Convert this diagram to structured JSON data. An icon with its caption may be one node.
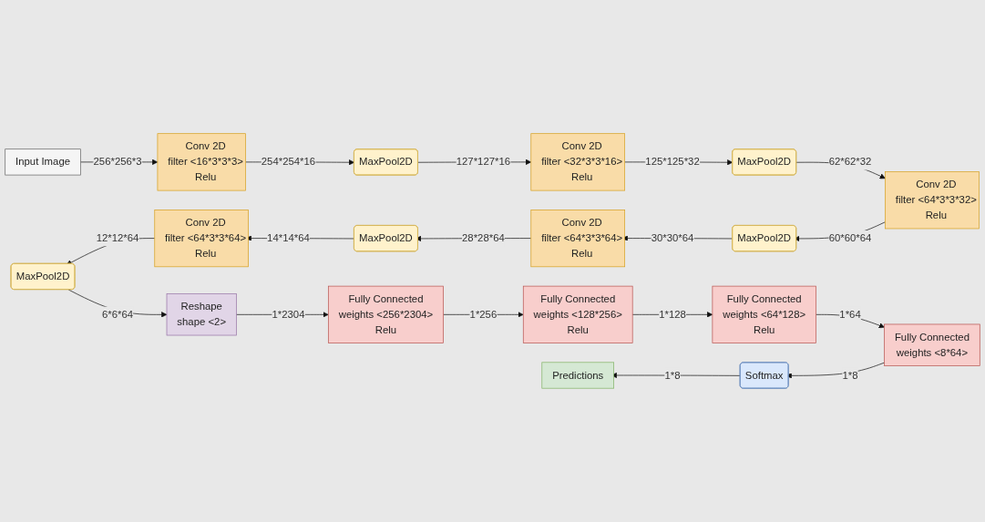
{
  "diagram": {
    "nodes": [
      {
        "text": [
          "Input Image"
        ]
      },
      {
        "text": [
          "Conv 2D",
          "filter <16*3*3*3>",
          "Relu"
        ]
      },
      {
        "text": [
          "MaxPool2D"
        ]
      },
      {
        "text": [
          "Conv 2D",
          "filter <32*3*3*16>",
          "Relu"
        ]
      },
      {
        "text": [
          "MaxPool2D"
        ]
      },
      {
        "text": [
          "Conv 2D",
          "filter <64*3*3*32>",
          "Relu"
        ]
      },
      {
        "text": [
          "MaxPool2D"
        ]
      },
      {
        "text": [
          "Conv 2D",
          "filter <64*3*3*64>",
          "Relu"
        ]
      },
      {
        "text": [
          "MaxPool2D"
        ]
      },
      {
        "text": [
          "Conv 2D",
          "filter <64*3*3*64>",
          "Relu"
        ]
      },
      {
        "text": [
          "MaxPool2D"
        ]
      },
      {
        "text": [
          "Reshape",
          "shape <2>"
        ]
      },
      {
        "text": [
          "Fully Connected",
          "weights <256*2304>",
          "Relu"
        ]
      },
      {
        "text": [
          "Fully Connected",
          "weights <128*256>",
          "Relu"
        ]
      },
      {
        "text": [
          "Fully Connected",
          "weights <64*128>",
          "Relu"
        ]
      },
      {
        "text": [
          "Fully Connected",
          "weights <8*64>"
        ]
      },
      {
        "text": [
          "Softmax"
        ]
      },
      {
        "text": [
          "Predictions"
        ]
      }
    ],
    "edges": [
      {
        "from": 0,
        "to": 1,
        "arrow": "to",
        "label": "256*256*3"
      },
      {
        "from": 1,
        "to": 2,
        "arrow": "to",
        "label": "254*254*16"
      },
      {
        "from": 2,
        "to": 3,
        "arrow": "to",
        "label": "127*127*16"
      },
      {
        "from": 3,
        "to": 4,
        "arrow": "to",
        "label": "125*125*32"
      },
      {
        "from": 4,
        "to": 5,
        "arrow": "to",
        "label": "62*62*32"
      },
      {
        "from": 5,
        "to": 6,
        "arrow": "to",
        "label": "60*60*64"
      },
      {
        "from": 6,
        "to": 7,
        "arrow": "to",
        "label": "30*30*64"
      },
      {
        "from": 7,
        "to": 8,
        "arrow": "to",
        "label": "28*28*64"
      },
      {
        "from": 8,
        "to": 9,
        "arrow": "to",
        "label": "14*14*64"
      },
      {
        "from": 9,
        "to": 10,
        "arrow": "to",
        "label": "12*12*64"
      },
      {
        "from": 10,
        "to": 11,
        "arrow": "to",
        "label": "6*6*64"
      },
      {
        "from": 11,
        "to": 12,
        "arrow": "to",
        "label": "1*2304"
      },
      {
        "from": 12,
        "to": 13,
        "arrow": "to",
        "label": "1*256"
      },
      {
        "from": 13,
        "to": 14,
        "arrow": "to",
        "label": "1*128"
      },
      {
        "from": 14,
        "to": 15,
        "arrow": "to",
        "label": "1*64"
      },
      {
        "from": 15,
        "to": 16,
        "arrow": "to",
        "label": "1*8"
      },
      {
        "from": 16,
        "to": 17,
        "arrow": "to",
        "label": "1*8"
      }
    ]
  }
}
